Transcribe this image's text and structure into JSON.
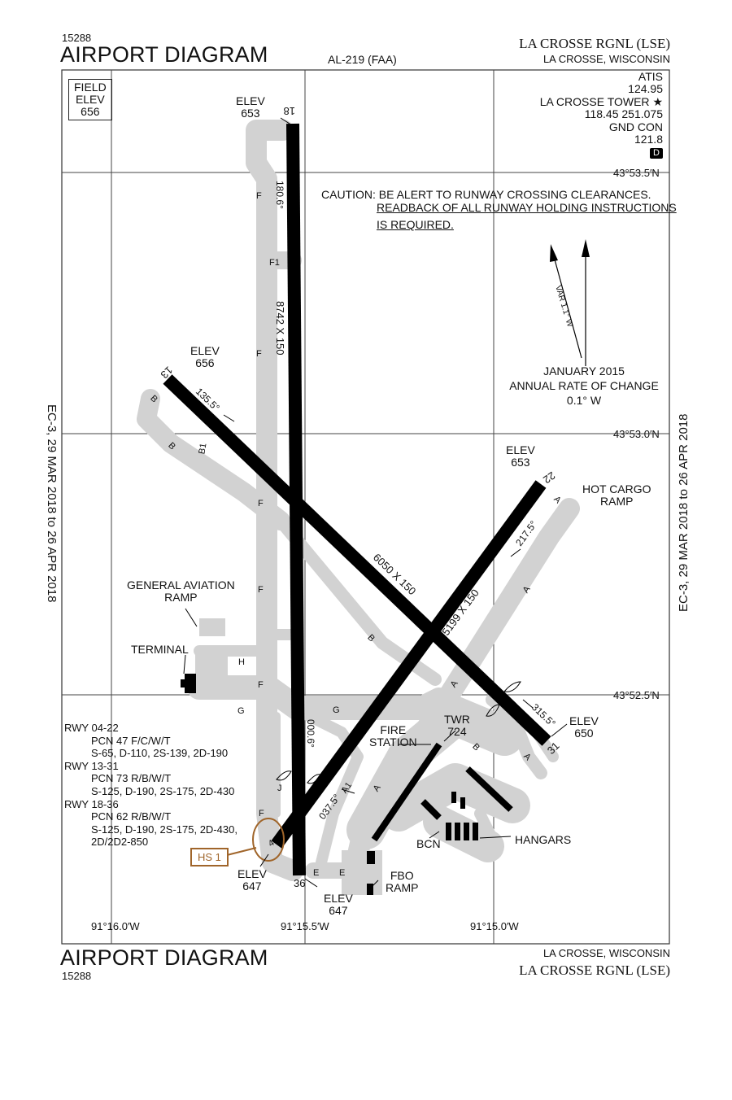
{
  "header": {
    "procedure_number": "15288",
    "title": "AIRPORT DIAGRAM",
    "al_number": "AL-219 (FAA)",
    "airport_name": "LA CROSSE RGNL (LSE)",
    "city": "LA CROSSE, WISCONSIN"
  },
  "footer": {
    "title": "AIRPORT DIAGRAM",
    "procedure_number": "15288",
    "city": "LA CROSSE, WISCONSIN",
    "airport_name": "LA CROSSE RGNL (LSE)"
  },
  "side_labels": {
    "left": "EC-3,  29 MAR 2018  to  26 APR 2018",
    "right": "EC-3,  29 MAR 2018  to  26 APR 2018"
  },
  "field_elev": {
    "line1": "FIELD",
    "line2": "ELEV",
    "value": "656"
  },
  "comms": {
    "atis_label": "ATIS",
    "atis_freq": "124.95",
    "tower_label": "LA CROSSE TOWER",
    "tower_freq": "118.45  251.075",
    "gnd_label": "GND CON",
    "gnd_freq": "121.8",
    "badge": "D"
  },
  "caution": {
    "line1": "CAUTION:  BE ALERT TO RUNWAY CROSSING CLEARANCES.",
    "line2": "READBACK OF ALL RUNWAY HOLDING INSTRUCTIONS",
    "line3": "IS REQUIRED."
  },
  "magnetic": {
    "var_label": "VAR 1.1° W",
    "date": "JANUARY 2015",
    "rate_label": "ANNUAL RATE OF CHANGE",
    "rate_value": "0.1° W"
  },
  "latitudes": [
    "43°53.5′N",
    "43°53.0′N",
    "43°52.5′N"
  ],
  "longitudes": [
    "91°16.0′W",
    "91°15.5′W",
    "91°15.0′W"
  ],
  "runways": {
    "r18_label": "18",
    "r36_label": "36",
    "r13_label": "13",
    "r31_label": "31",
    "r22_label": "22",
    "r4_label": "4",
    "dims_18_36": "8742 X 150",
    "dims_13_31": "6050 X 150",
    "dims_4_22": "5199 X 150",
    "hdg_180": "180.6°",
    "hdg_000": "000.6°",
    "hdg_135": "135.5°",
    "hdg_315": "315.5°",
    "hdg_217": "217.5°",
    "hdg_037": "037.5°"
  },
  "elevations": {
    "elev_label": "ELEV",
    "rwy18": "653",
    "rwy13": "656",
    "rwy22": "653",
    "rwy31": "650",
    "rwy4": "647",
    "rwy36": "647"
  },
  "taxiways": [
    "F",
    "F1",
    "F",
    "F",
    "F",
    "F",
    "B",
    "B",
    "B1",
    "B",
    "A",
    "A",
    "A",
    "A",
    "A1",
    "H",
    "G",
    "G",
    "J",
    "E",
    "E",
    "F",
    "B",
    "A",
    "A"
  ],
  "labels": {
    "hot_cargo": [
      "HOT CARGO",
      "RAMP"
    ],
    "general_aviation": [
      "GENERAL AVIATION",
      "RAMP"
    ],
    "terminal": "TERMINAL",
    "fire_station": [
      "FIRE",
      "STATION"
    ],
    "twr": [
      "TWR",
      "724"
    ],
    "bcn": "BCN",
    "hangars": "HANGARS",
    "fbo": [
      "FBO",
      "RAMP"
    ],
    "hot_spot": "HS 1"
  },
  "pcn": [
    "RWY 04-22",
    "PCN 47 F/C/W/T",
    "S-65, D-110, 2S-139, 2D-190",
    "RWY 13-31",
    "PCN 73 R/B/W/T",
    "S-125, D-190, 2S-175, 2D-430",
    "RWY 18-36",
    "PCN 62 R/B/W/T",
    "S-125, D-190, 2S-175, 2D-430,",
    "2D/2D2-850"
  ],
  "colors": {
    "taxiway": "#d2d2d2",
    "runway": "#000000",
    "hot_spot": "#a0652a"
  }
}
